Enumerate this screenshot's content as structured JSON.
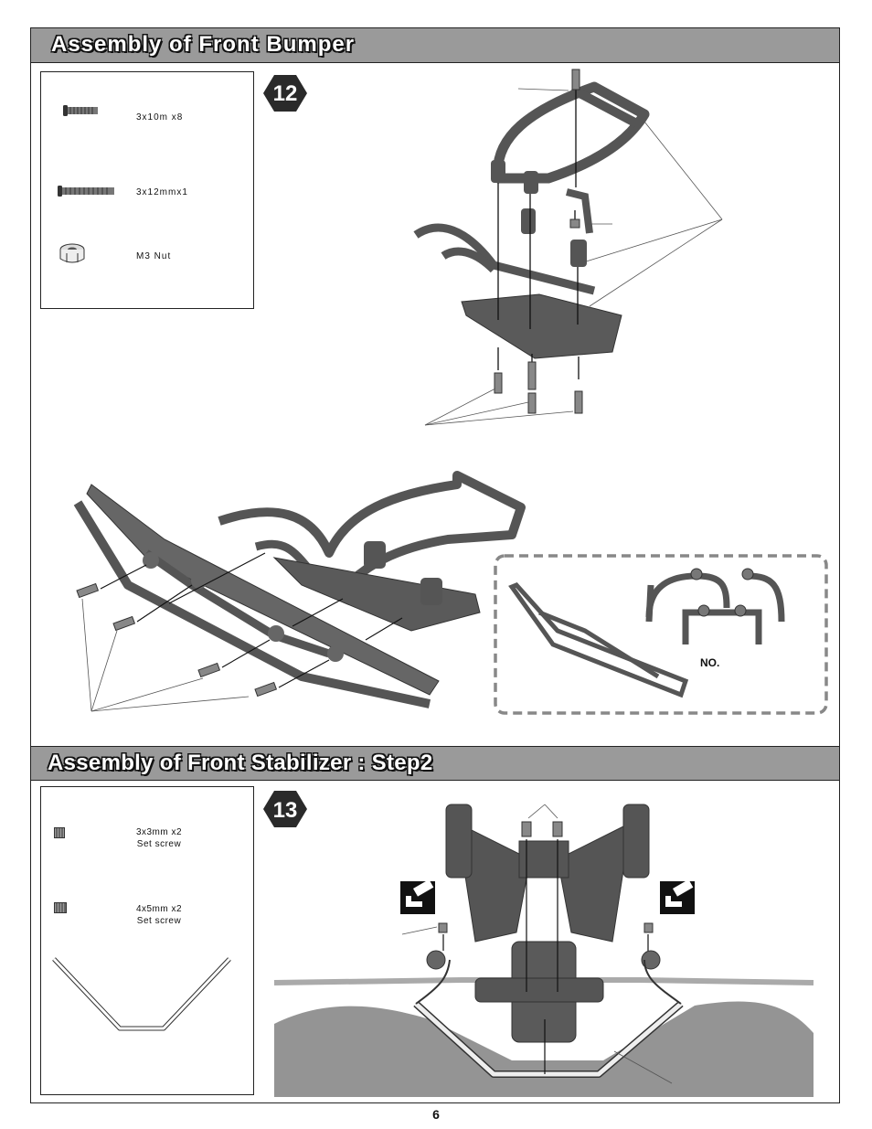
{
  "sections": [
    {
      "title": "Assembly of Front Bumper",
      "step": "12",
      "parts": [
        {
          "label": "3x10m   x8",
          "icon": "round-head-screw-icon"
        },
        {
          "label": "3x12mmx1",
          "icon": "long-screw-icon"
        },
        {
          "label": "M3 Nut",
          "icon": "lock-nut-icon"
        }
      ],
      "inset_label": "NO."
    },
    {
      "title": "Assembly of Front Stabilizer : Step2",
      "step": "13",
      "parts": [
        {
          "label": "3x3mm x2",
          "sublabel": "Set screw",
          "icon": "set-screw-icon"
        },
        {
          "label": "4x5mm x2",
          "sublabel": "Set screw",
          "icon": "set-screw-icon"
        }
      ],
      "extra_part_icon": "stabilizer-bar-icon",
      "tool_icon": "hex-wrench-icon"
    }
  ],
  "page_number": "6",
  "colors": {
    "band": "#9a9a9a",
    "part_gray": "#5a5a5a",
    "step_badge": "#2a2a2a"
  }
}
